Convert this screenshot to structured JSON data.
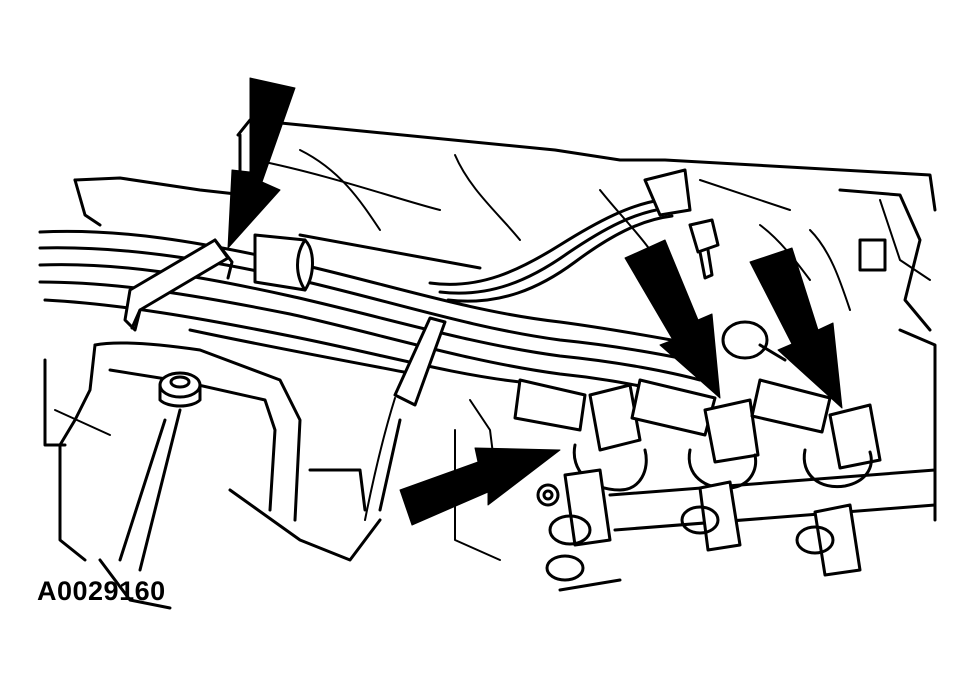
{
  "figure": {
    "id_label": "A0029160"
  },
  "colors": {
    "ink": "#000000",
    "paper": "#ffffff"
  },
  "callouts": [
    {
      "name": "wiring-harness-retainer-arrow"
    },
    {
      "name": "lower-coil-connector-arrow"
    },
    {
      "name": "middle-coil-connector-arrow"
    },
    {
      "name": "right-coil-connector-arrow"
    }
  ]
}
